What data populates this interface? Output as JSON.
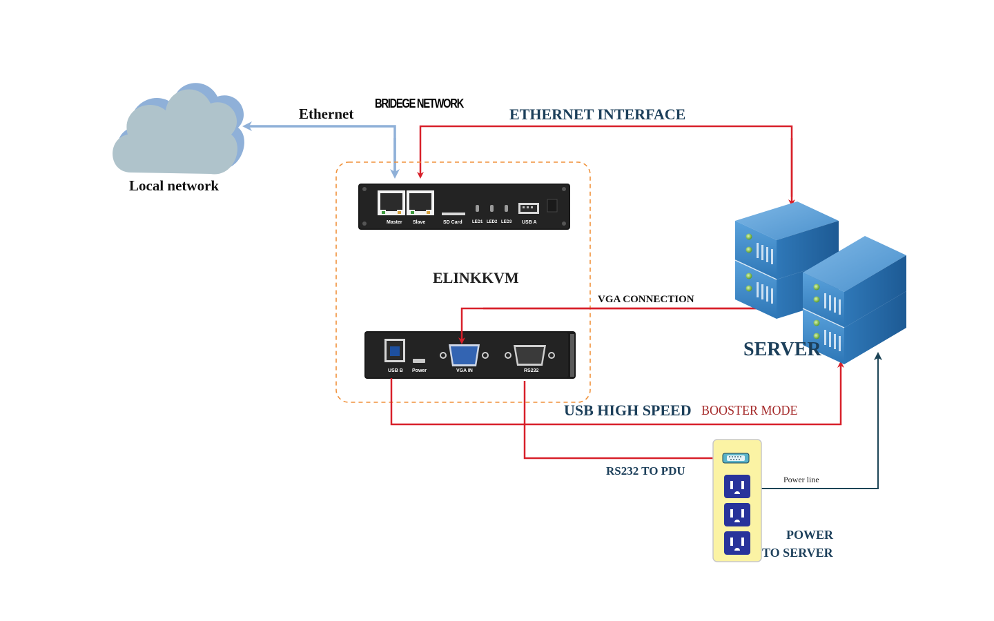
{
  "labels": {
    "ethernet": "Ethernet",
    "bridge_network": "BRIDEGE NETWORK",
    "ethernet_interface": "ETHERNET INTERFACE",
    "local_network": "Local network",
    "elinkkvm": "ELINKKVM",
    "vga_connection": "VGA CONNECTION",
    "server": "SERVER",
    "usb_high_speed": "USB HIGH SPEED",
    "booster_mode": "BOOSTER MODE",
    "rs232_to_pdu": "RS232 TO PDU",
    "power_line": "Power line",
    "power": "POWER",
    "to_server": "TO SERVER"
  },
  "front_panel": {
    "master": "Master",
    "slave": "Slave",
    "sd_card": "SD Card",
    "led1": "LED1",
    "led2": "LED2",
    "led3": "LED3",
    "usb_a": "USB A"
  },
  "rear_panel": {
    "usb_b": "USB B",
    "power": "Power",
    "vga_in": "VGA IN",
    "rs232": "RS232"
  },
  "colors": {
    "red_line": "#d8202a",
    "blue_line": "#8fb0d8",
    "dark_teal_line": "#1c4456",
    "navy_text": "#1c3f5a",
    "booster_red": "#a52a2a",
    "cloud": "#afc3cb",
    "cloud_shadow": "#8fb0d8",
    "pdu_yellow": "#fbf3a4",
    "outlet_blue": "#28339b",
    "dashed_box": "#f0913a",
    "server_blue": "#3f8fce"
  }
}
